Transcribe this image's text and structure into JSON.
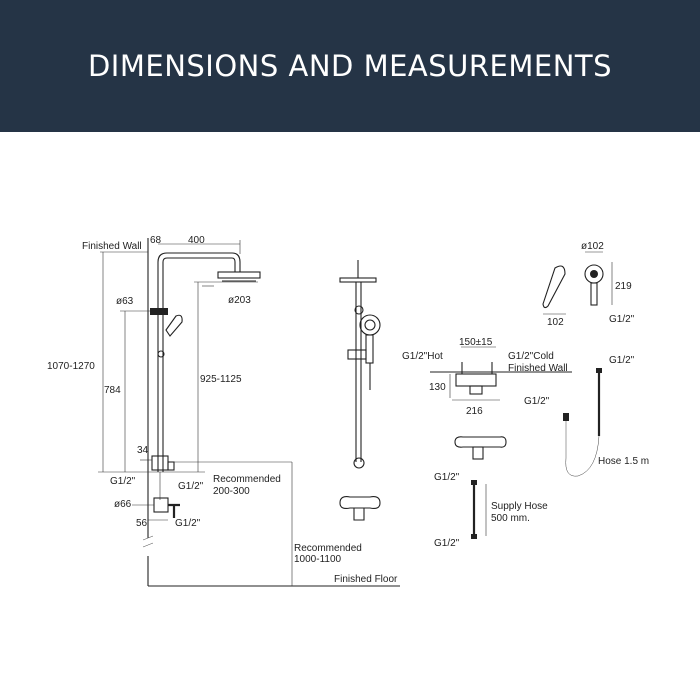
{
  "header": {
    "title": "DIMENSIONS AND MEASUREMENTS",
    "background": "#253446",
    "text_color": "#ffffff"
  },
  "left_drawing": {
    "finished_wall": "Finished Wall",
    "dim_68": "68",
    "dim_400": "400",
    "dim_63": "ø63",
    "dim_203": "ø203",
    "dim_1070_1270": "1070-1270",
    "dim_784": "784",
    "dim_925_1125": "925-1125",
    "dim_34": "34",
    "g12_a": "G1/2\"",
    "g12_b": "G1/2\"",
    "recommended_200_label": "Recommended",
    "recommended_200_value": "200-300",
    "dim_66": "ø66",
    "dim_56": "56",
    "g12_c": "G1/2\"",
    "recommended_1000_label": "Recommended",
    "recommended_1000_value": "1000-1100",
    "finished_floor": "Finished Floor"
  },
  "hand_shower": {
    "dim_102_dia": "ø102",
    "dim_219": "219",
    "dim_102": "102",
    "g12": "G1/2\""
  },
  "mixer": {
    "dim_150": "150±15",
    "hot": "G1/2\"Hot",
    "cold": "G1/2\"Cold",
    "finished_wall": "Finished Wall",
    "dim_130": "130",
    "dim_216": "216"
  },
  "hoses": {
    "g12_top": "G1/2\"",
    "g12_mid": "G1/2\"",
    "hose_length": "Hose 1.5 m",
    "g12_supply_top": "G1/2\"",
    "supply_label": "Supply Hose",
    "supply_length": "500 mm.",
    "g12_supply_bottom": "G1/2\""
  }
}
